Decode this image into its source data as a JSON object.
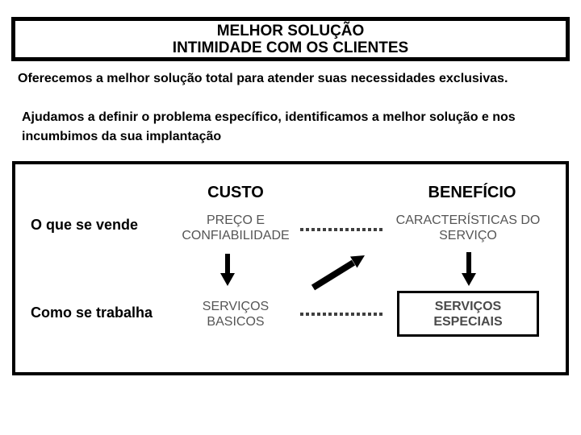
{
  "title": {
    "line1": "MELHOR SOLUÇÃO",
    "line2": "INTIMIDADE COM OS CLIENTES"
  },
  "intro": {
    "paragraph1": "Oferecemos a melhor solução total para atender suas necessidades exclusivas.",
    "paragraph2": "Ajudamos a definir o problema específico, identificamos a melhor solução e nos incumbimos da sua implantação"
  },
  "matrix": {
    "columns": {
      "custo": "CUSTO",
      "beneficio": "BENEFÍCIO"
    },
    "row_what": {
      "label": "O que se vende",
      "custo": "PREÇO E CONFIABILIDADE",
      "beneficio": "CARACTERÍSTICAS DO SERVIÇO"
    },
    "row_how": {
      "label": "Como se trabalha",
      "custo": "SERVIÇOS BASICOS",
      "beneficio": "SERVIÇOS ESPECIAIS"
    },
    "icons": [
      "down-arrow",
      "down-arrow",
      "diagonal-up-right-arrow",
      "dotted-connector",
      "dotted-connector"
    ]
  },
  "colors": {
    "background": "#ffffff",
    "text_black": "#000000",
    "text_gray": "#555555",
    "text_gray_dark": "#4a4a4a",
    "border": "#000000",
    "dotted": "#3f3f3f"
  }
}
